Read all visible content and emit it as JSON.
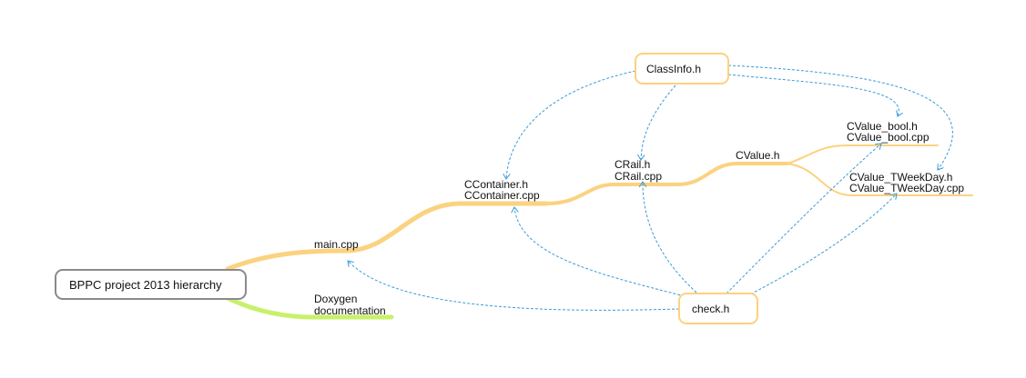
{
  "root": {
    "label": "BPPC project 2013 hierarchy"
  },
  "nodes": {
    "main": {
      "label": "main.cpp"
    },
    "doxygen": {
      "lines": [
        "Doxygen",
        "documentation"
      ]
    },
    "ccontainer": {
      "lines": [
        "CContainer.h",
        "CContainer.cpp"
      ]
    },
    "crail": {
      "lines": [
        "CRail.h",
        "CRail.cpp"
      ]
    },
    "cvalue": {
      "label": "CValue.h"
    },
    "cvalue_bool": {
      "lines": [
        "CValue_bool.h",
        "CValue_bool.cpp"
      ]
    },
    "cvalue_tweekday": {
      "lines": [
        "CValue_TWeekDay.h",
        "CValue_TWeekDay.cpp"
      ]
    }
  },
  "floating": {
    "classinfo": {
      "label": "ClassInfo.h"
    },
    "check": {
      "label": "check.h"
    }
  },
  "colors": {
    "branch": "#fbd27f",
    "doc_branch": "#c9f06a",
    "relation": "#3a9ad9",
    "root_border": "#8a8a8a"
  }
}
